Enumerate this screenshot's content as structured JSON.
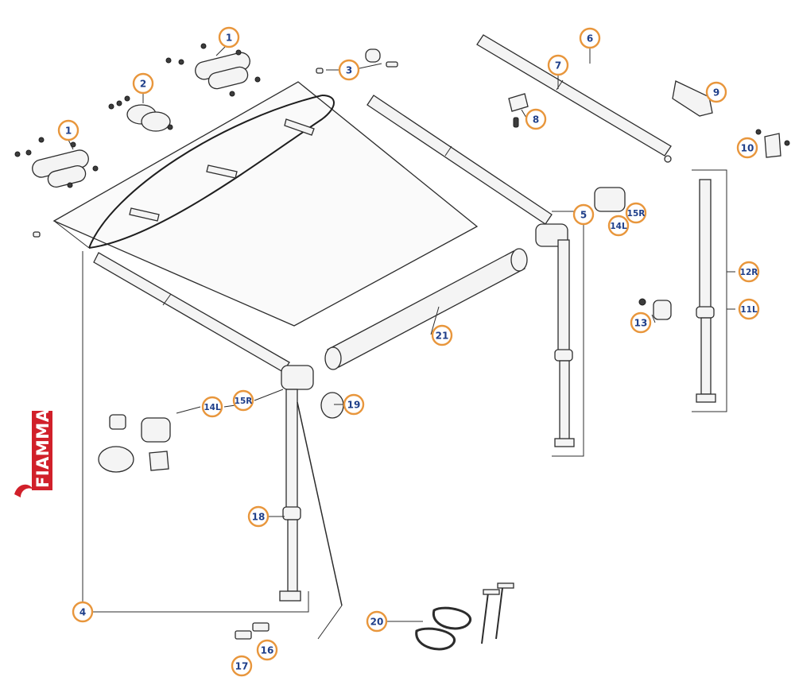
{
  "brand": {
    "name": "FIAMMA",
    "color": "#d1202a"
  },
  "colors": {
    "callout_ring": "#e8963c",
    "callout_text": "#1f3f8a",
    "line_art": "#2c2c2c"
  },
  "callouts": {
    "c1a": "1",
    "c1b": "1",
    "c2": "2",
    "c3": "3",
    "c4": "4",
    "c5": "5",
    "c6": "6",
    "c7": "7",
    "c8": "8",
    "c9": "9",
    "c10": "10",
    "c11l": "11L",
    "c12r": "12R",
    "c13": "13",
    "c14l_a": "14L",
    "c15r_a": "15R",
    "c14l_b": "14L",
    "c15r_b": "15R",
    "c16": "16",
    "c17": "17",
    "c18": "18",
    "c19": "19",
    "c20": "20",
    "c21": "21"
  }
}
